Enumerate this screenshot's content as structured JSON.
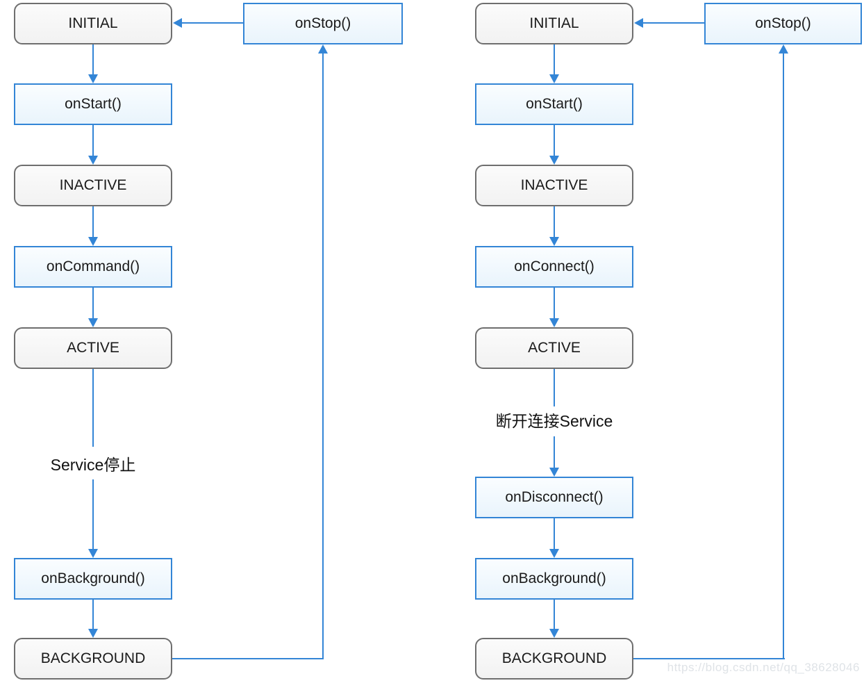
{
  "colors": {
    "connector-blue": "#3385d6",
    "event-border-blue": "#3385d6",
    "event-fill": "#e9f4fc",
    "state-border-gray": "#6e6e6e",
    "state-fill": "#f2f2f2",
    "text": "#1a1a1a",
    "watermark-gray": "#dfe3e7"
  },
  "left_flow": {
    "initial": "INITIAL",
    "on_start": "onStart()",
    "inactive": "INACTIVE",
    "on_command": "onCommand()",
    "active": "ACTIVE",
    "transition_label": "Service停止",
    "on_background": "onBackground()",
    "background": "BACKGROUND",
    "on_stop": "onStop()"
  },
  "right_flow": {
    "initial": "INITIAL",
    "on_start": "onStart()",
    "inactive": "INACTIVE",
    "on_connect": "onConnect()",
    "active": "ACTIVE",
    "transition_label": "断开连接Service",
    "on_disconnect": "onDisconnect()",
    "on_background": "onBackground()",
    "background": "BACKGROUND",
    "on_stop": "onStop()"
  },
  "watermark": "https://blog.csdn.net/qq_38628046"
}
